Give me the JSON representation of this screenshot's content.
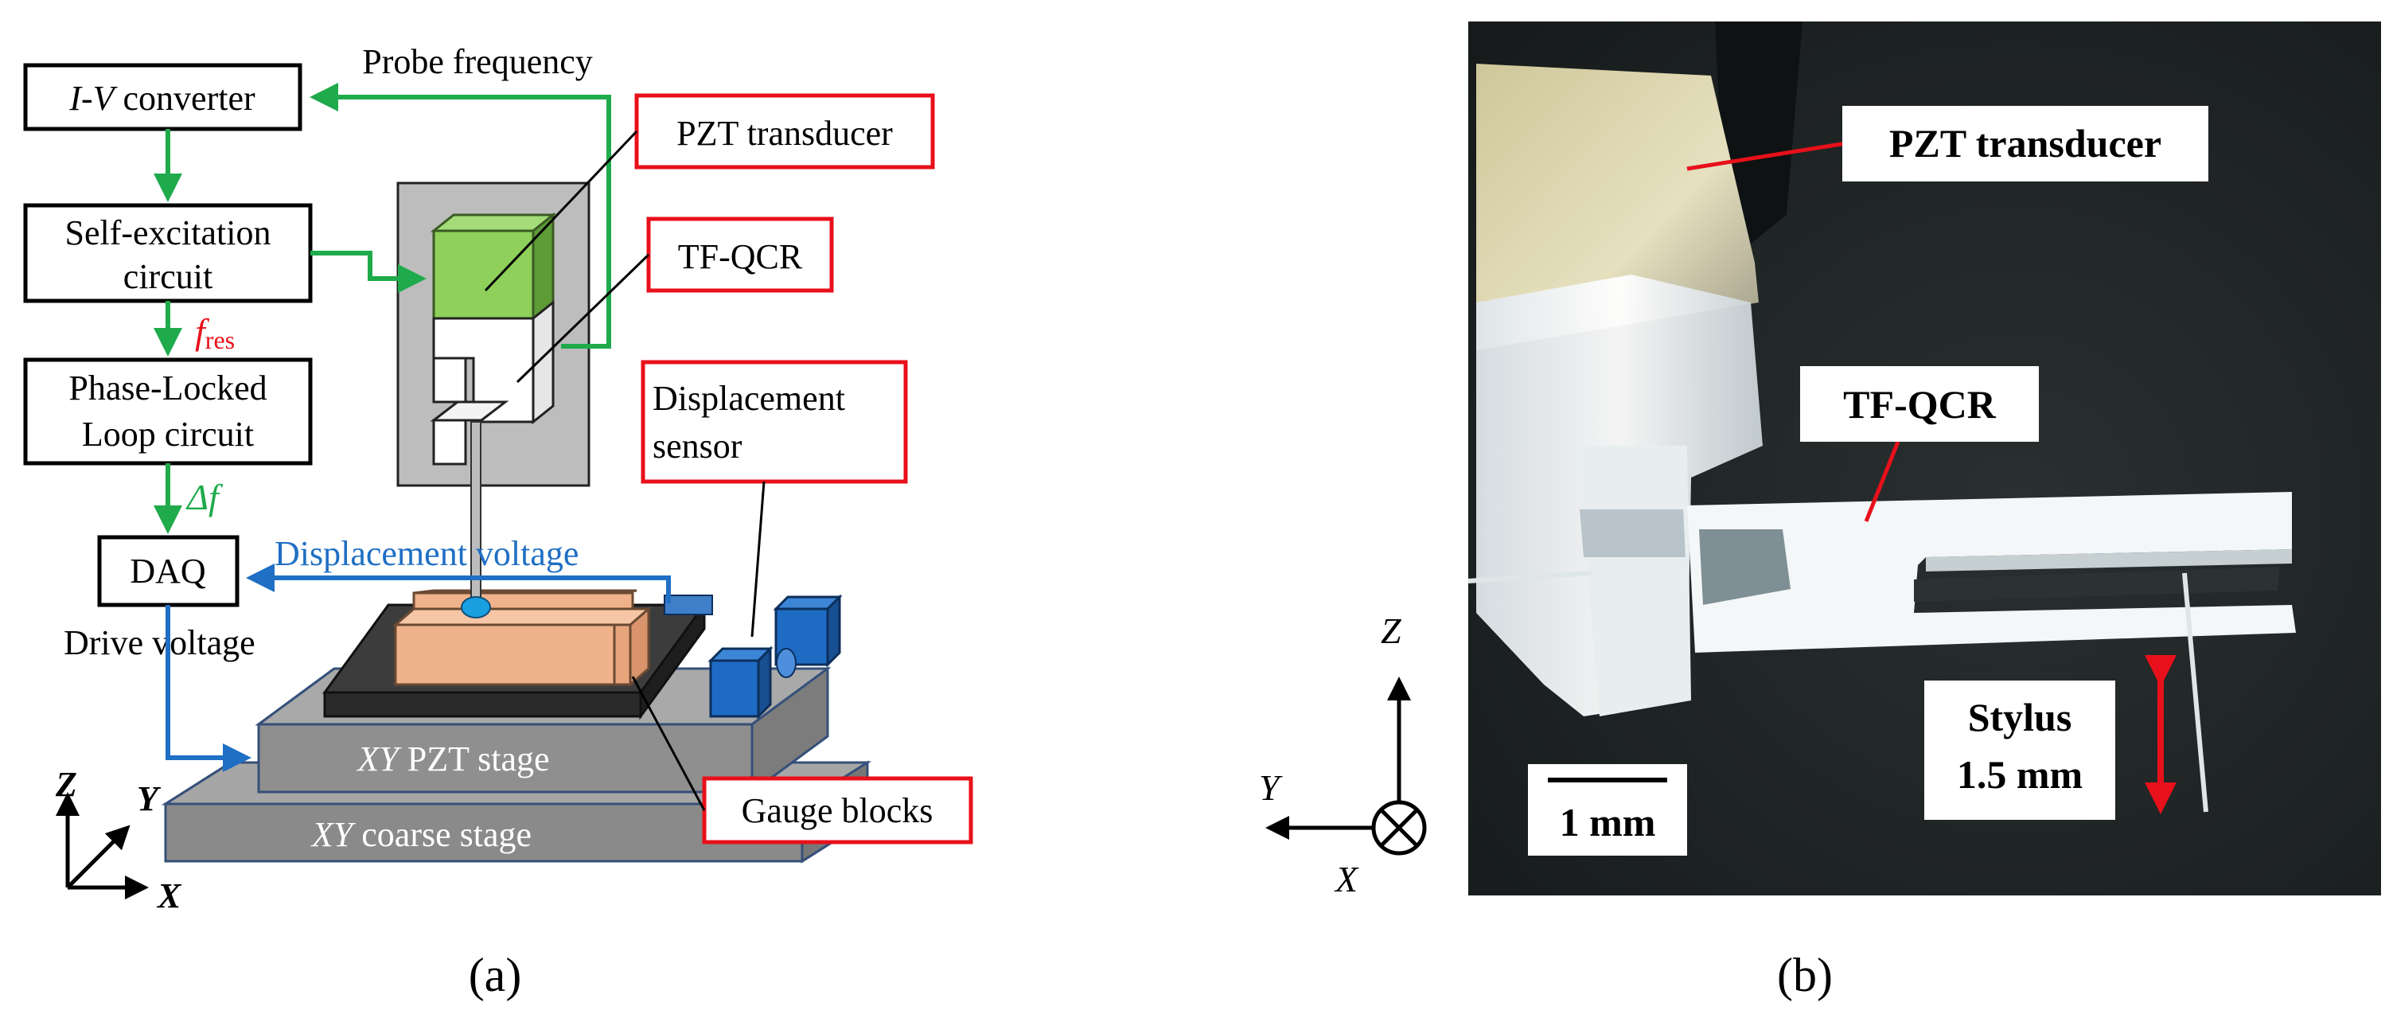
{
  "panel_a": {
    "caption": "(a)",
    "iv_converter": {
      "italic": "I-V",
      "rest": " converter"
    },
    "probe_frequency": "Probe frequency",
    "self_excitation": [
      "Self-excitation",
      "circuit"
    ],
    "f_res": {
      "main": "f",
      "sub": "res"
    },
    "pll": [
      "Phase-Locked",
      "Loop circuit"
    ],
    "delta_f": "Δf",
    "daq": "DAQ",
    "displacement_voltage": "Displacement voltage",
    "drive_voltage": "Drive voltage",
    "pzt_transducer": "PZT transducer",
    "tf_qcr": "TF-QCR",
    "displacement_sensor": [
      "Displacement",
      "sensor"
    ],
    "xy_pzt_stage": {
      "italic": "XY",
      "rest": " PZT stage"
    },
    "xy_coarse_stage": {
      "italic": "XY",
      "rest": " coarse stage"
    },
    "gauge_blocks": "Gauge blocks",
    "axes": {
      "z": "Z",
      "y": "Y",
      "x": "X"
    },
    "colors": {
      "green_signal": "#1faa4b",
      "blue_signal": "#1f6fc4",
      "red_label": "#e8101a",
      "pzt": "#8ed05a",
      "gauge": "#f2b48c",
      "sensor": "#1e6bc4",
      "stage": "#9a9a9a",
      "coarse": "#7f7f7f"
    }
  },
  "panel_b": {
    "caption": "(b)",
    "pzt_transducer": "PZT transducer",
    "tf_qcr": "TF-QCR",
    "stylus": [
      "Stylus",
      "1.5 mm"
    ],
    "scale_bar": "1 mm",
    "axes": {
      "z": "Z",
      "y": "Y",
      "x": "X"
    }
  }
}
